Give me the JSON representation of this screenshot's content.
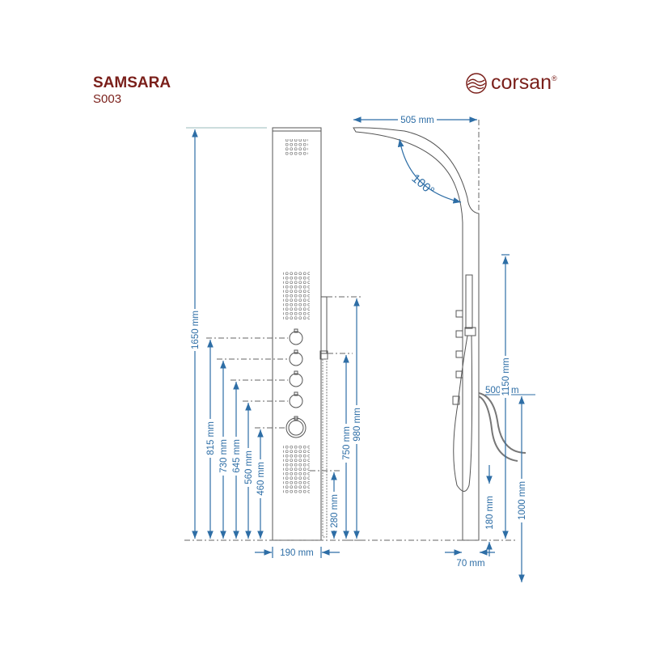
{
  "header": {
    "product_name": "SAMSARA",
    "product_code": "S003",
    "brand": "corsan",
    "registered_mark": "®"
  },
  "colors": {
    "accent": "#2e6ea6",
    "brand": "#7a1f1a",
    "outline": "#555555"
  },
  "front_view": {
    "total_height": "1650 mm",
    "knob_heights": [
      "815 mm",
      "730 mm",
      "645 mm",
      "560 mm",
      "460 mm"
    ],
    "hand_shower_top": "980 mm",
    "holder_height": "750 mm",
    "hose_outlet": "280 mm",
    "width": "190 mm"
  },
  "side_view": {
    "arm_reach": "505 mm",
    "arm_angle": "100°",
    "upper_height": "1150 mm",
    "inlet_height": "1000 mm",
    "hose_length": "500 mm",
    "bottom_outlet": "180 mm",
    "depth": "70 mm"
  }
}
